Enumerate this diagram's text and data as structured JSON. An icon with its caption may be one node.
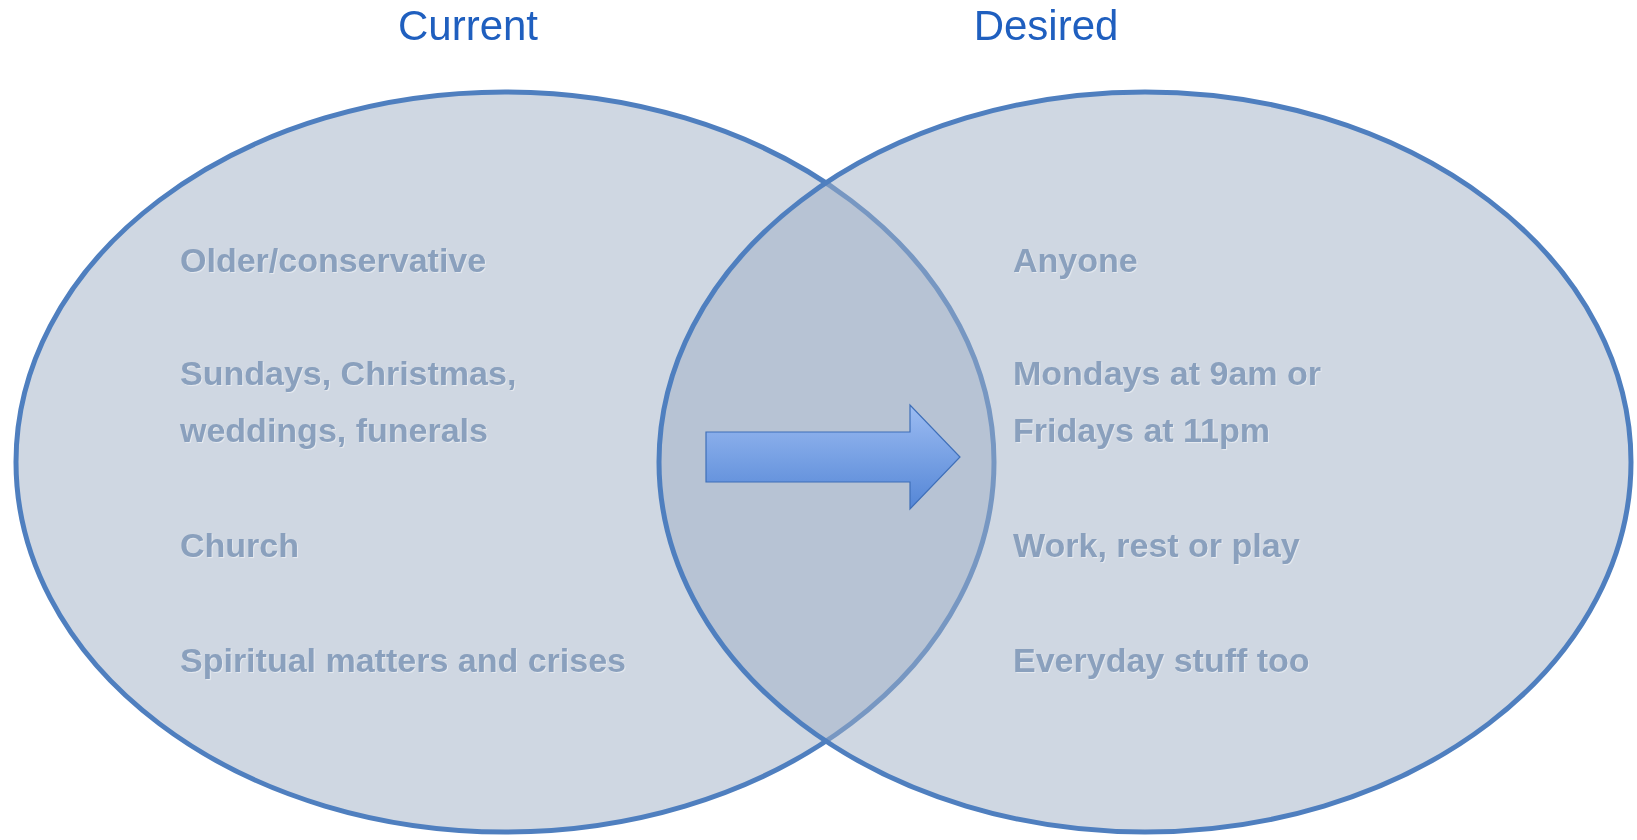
{
  "diagram": {
    "nodes": [
      {
        "text": [
          "Current",
          "Older/conservative",
          "Sundays, Christmas, weddings, funerals",
          "Church",
          "Spiritual matters and crises"
        ]
      },
      {
        "text": [
          "Desired",
          "Anyone",
          "Mondays at 9am or Fridays at 11pm",
          "Work, rest or play",
          "Everyday stuff too"
        ]
      }
    ],
    "edges": [
      {
        "from": 0,
        "to": 1,
        "arrow": "to"
      }
    ]
  }
}
